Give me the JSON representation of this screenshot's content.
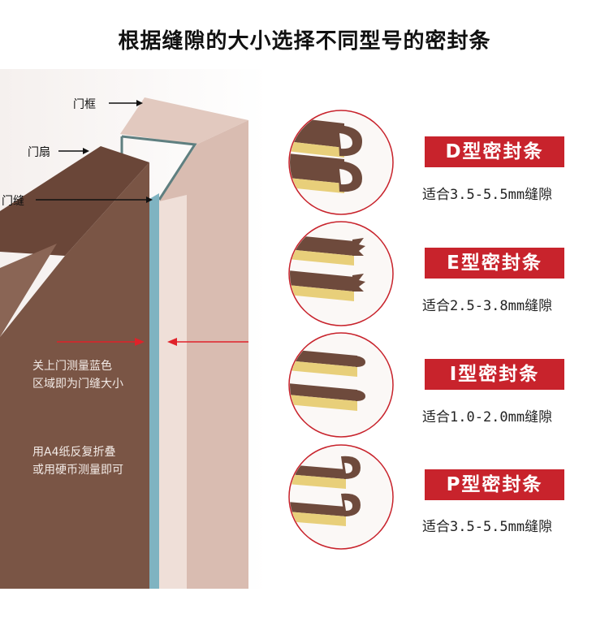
{
  "title": "根据缝隙的大小选择不同型号的密封条",
  "labels": {
    "frame": "门框",
    "leaf": "门扇",
    "gap": "门缝"
  },
  "notes": {
    "measure_line1": "关上门测量蓝色",
    "measure_line2": "区域即为门缝大小",
    "tip_line1": "用A4纸反复折叠",
    "tip_line2": "或用硬币测量即可"
  },
  "seals": [
    {
      "name": "D型密封条",
      "desc": "适合3.5-5.5mm缝隙",
      "profile": "D"
    },
    {
      "name": "E型密封条",
      "desc": "适合2.5-3.8mm缝隙",
      "profile": "E"
    },
    {
      "name": "I型密封条",
      "desc": "适合1.0-2.0mm缝隙",
      "profile": "I"
    },
    {
      "name": "P型密封条",
      "desc": "适合3.5-5.5mm缝隙",
      "profile": "P"
    }
  ],
  "colors": {
    "door_leaf": "#7a5545",
    "frame": "#dcc0b6",
    "gap_blue": "#7fb3c1",
    "accent_red": "#c8232c",
    "strip_brown": "#6e4a3c",
    "strip_yellow": "#e8cf7a"
  }
}
